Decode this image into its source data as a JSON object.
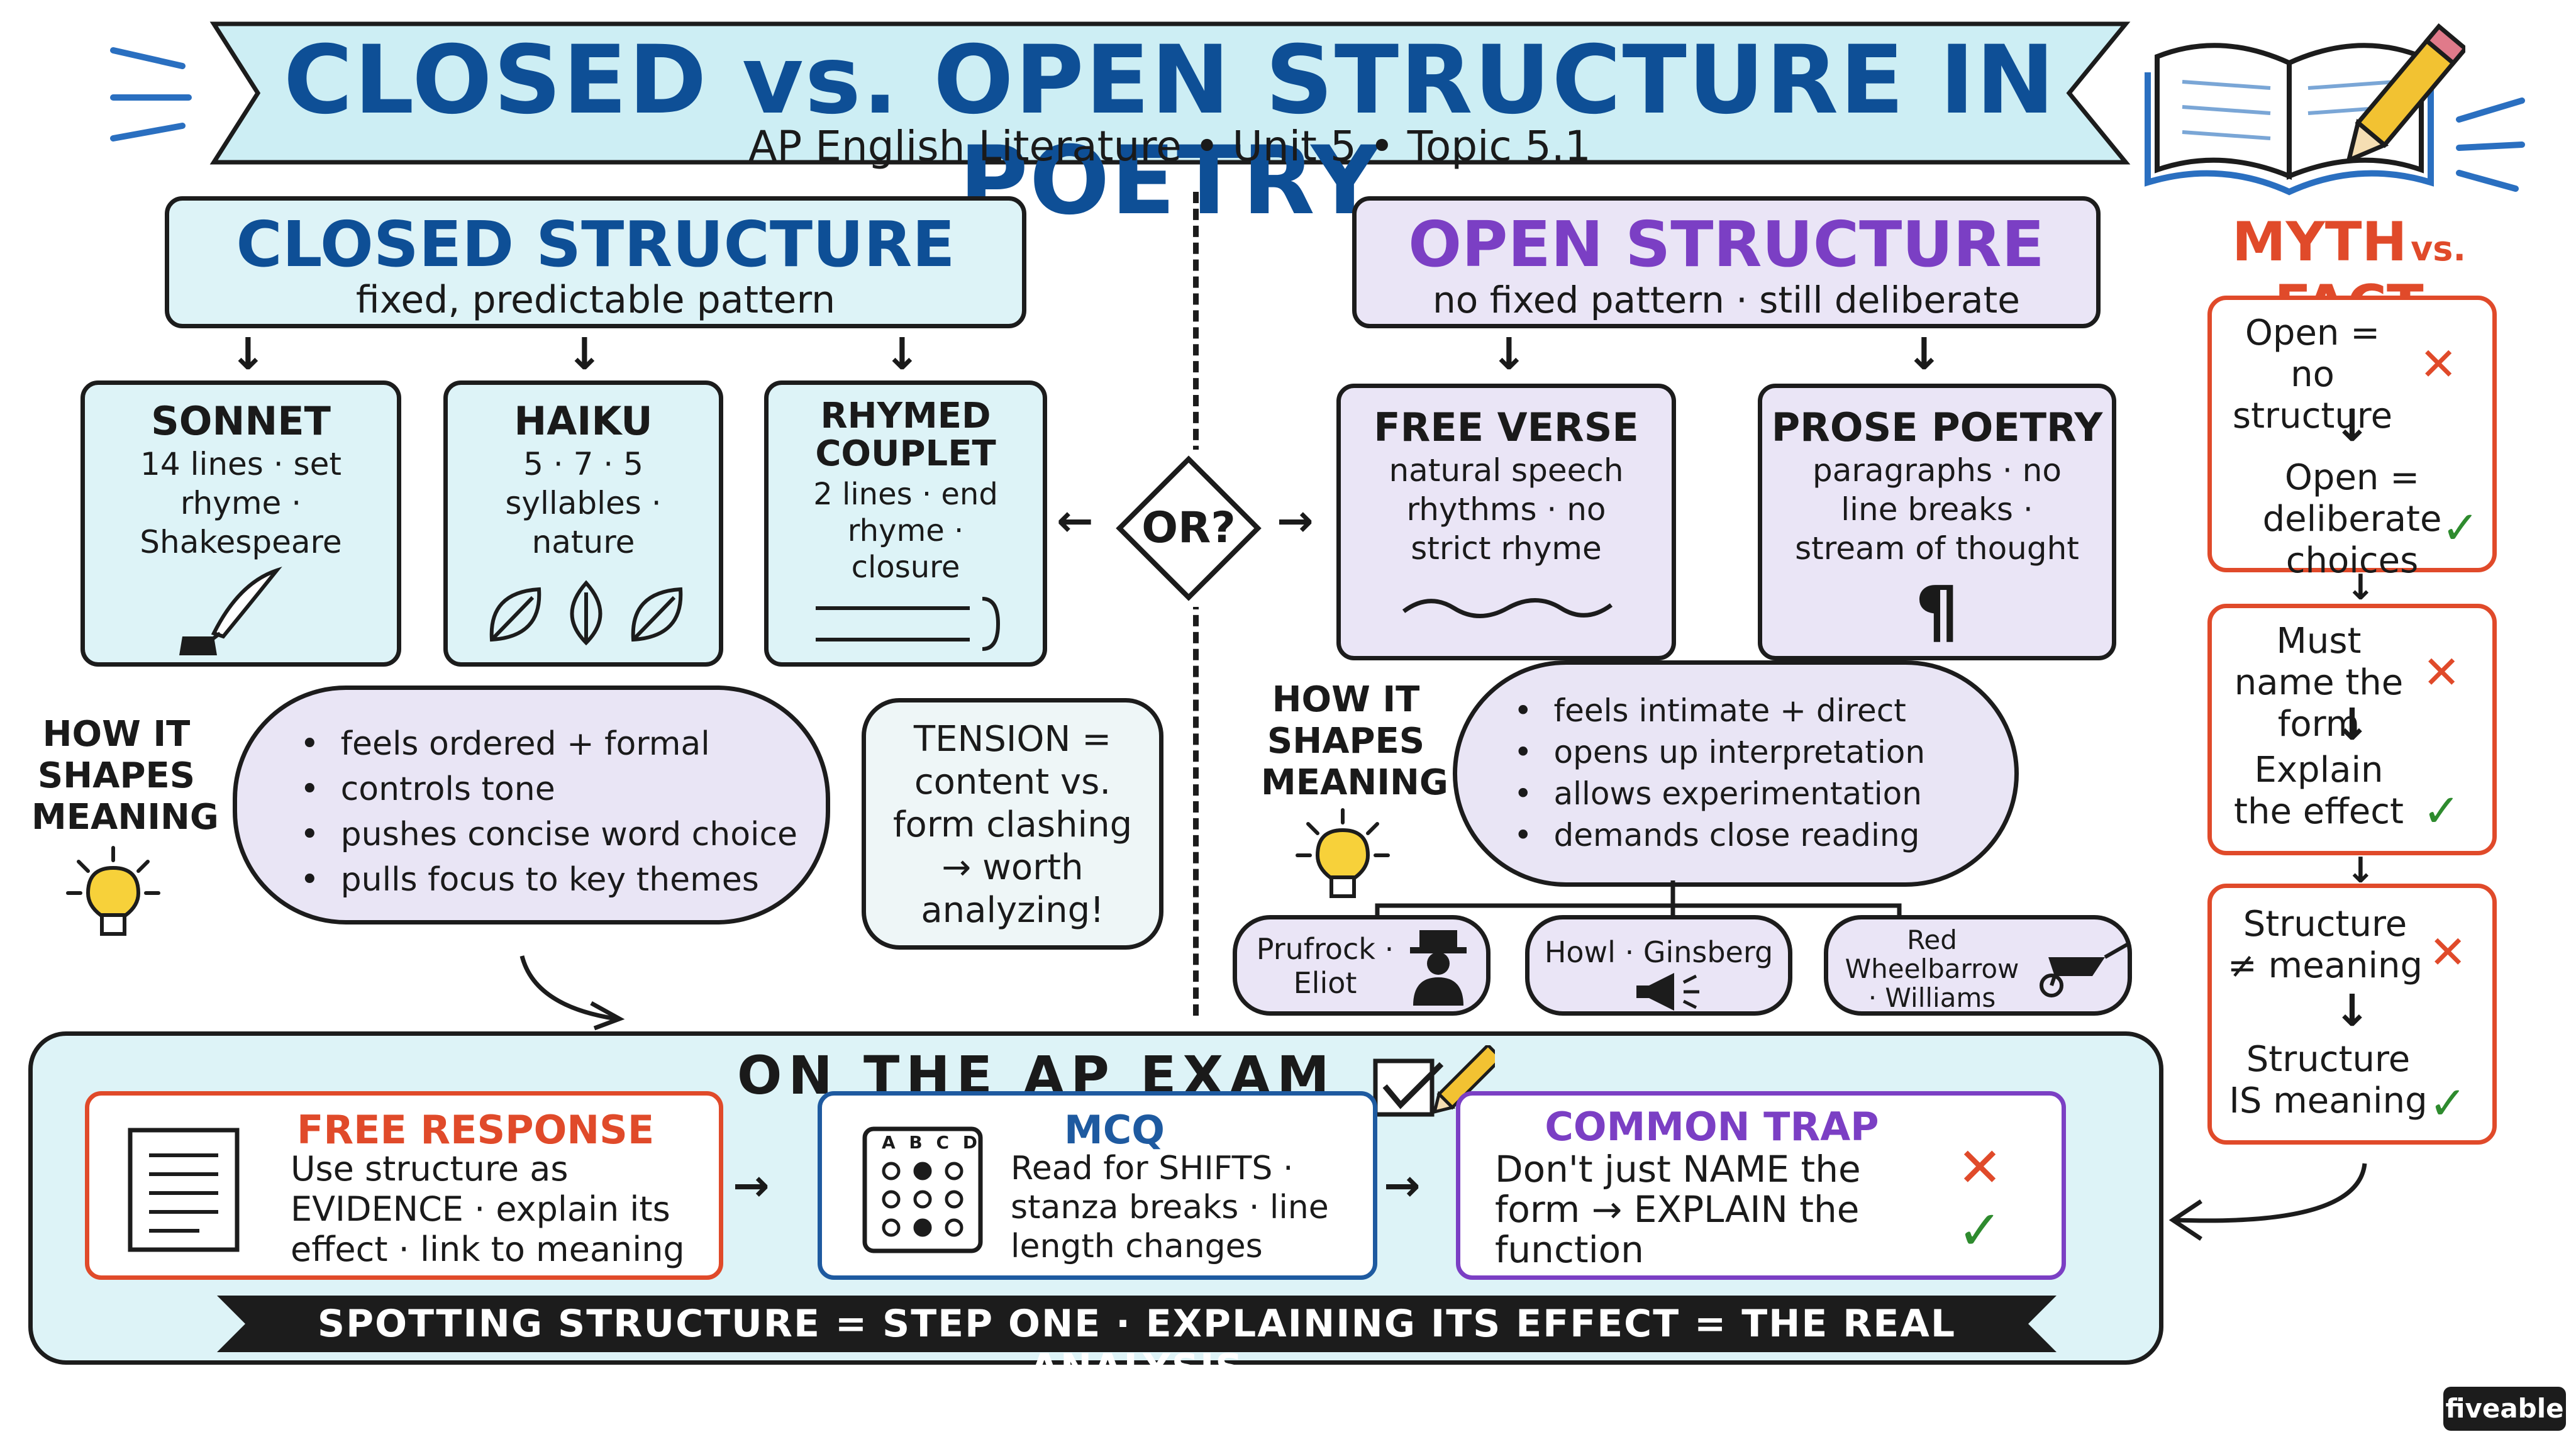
{
  "header": {
    "title": "CLOSED vs. OPEN STRUCTURE IN POETRY",
    "subtitle": "AP English Literature  •  Unit 5  •  Topic 5.1"
  },
  "closed": {
    "title": "CLOSED STRUCTURE",
    "subtitle": "fixed, predictable pattern",
    "cards": [
      {
        "title": "SONNET",
        "body": "14 lines · set rhyme · Shakespeare",
        "icon": "quill-ink-icon"
      },
      {
        "title": "HAIKU",
        "body": "5 · 7 · 5 syllables · nature",
        "icon": "leaves-icon"
      },
      {
        "title": "RHYMED COUPLET",
        "body": "2 lines · end rhyme · closure",
        "icon": "couplet-lines-icon"
      }
    ],
    "shapes_label": "HOW IT SHAPES MEANING",
    "bullets": [
      "feels ordered + formal",
      "controls tone",
      "pushes concise word choice",
      "pulls focus to key themes"
    ],
    "tension": "TENSION = content vs. form clashing → worth analyzing!"
  },
  "or_label": "OR?",
  "open": {
    "title": "OPEN STRUCTURE",
    "subtitle": "no fixed pattern · still deliberate",
    "cards": [
      {
        "title": "FREE VERSE",
        "body": "natural speech rhythms · no strict rhyme",
        "icon": "wave-line-icon"
      },
      {
        "title": "PROSE POETRY",
        "body": "paragraphs · no line breaks · stream of thought",
        "icon": "pilcrow-icon"
      }
    ],
    "shapes_label": "HOW IT SHAPES MEANING",
    "bullets": [
      "feels intimate + direct",
      "opens up interpretation",
      "allows experimentation",
      "demands close reading"
    ],
    "examples": [
      {
        "label": "Prufrock · Eliot",
        "icon": "man-in-hat-icon"
      },
      {
        "label": "Howl · Ginsberg",
        "icon": "megaphone-icon"
      },
      {
        "label": "Red Wheelbarrow · Williams",
        "icon": "wheelbarrow-icon"
      }
    ]
  },
  "myth": {
    "title_a": "MYTH",
    "title_vs": "vs.",
    "title_b": "FACT",
    "items": [
      {
        "myth": "Open = no structure",
        "fact": "Open = deliberate choices"
      },
      {
        "myth": "Must name the form",
        "fact": "Explain the effect"
      },
      {
        "myth": "Structure ≠ meaning",
        "fact": "Structure IS meaning"
      }
    ]
  },
  "exam": {
    "title": "ON THE AP EXAM",
    "cards": [
      {
        "title": "FREE RESPONSE",
        "body": "Use structure as EVIDENCE · explain its effect · link to meaning",
        "icon": "document-icon"
      },
      {
        "title": "MCQ",
        "body": "Read for SHIFTS · stanza breaks · line length changes",
        "icon": "answer-bubbles-icon",
        "options": "A B C D"
      },
      {
        "title": "COMMON TRAP",
        "body": "Don't just NAME the form → EXPLAIN the function"
      }
    ],
    "banner": "SPOTTING STRUCTURE = STEP ONE · EXPLAINING ITS EFFECT = THE REAL ANALYSIS"
  },
  "brand": "fiveable",
  "colors": {
    "blue": "#0e4f96",
    "purple": "#7b3fc4",
    "red": "#e04a2a",
    "green": "#2e8b2e",
    "cyan_fill": "#ddf3f7",
    "lavender_fill": "#eae5f6"
  }
}
